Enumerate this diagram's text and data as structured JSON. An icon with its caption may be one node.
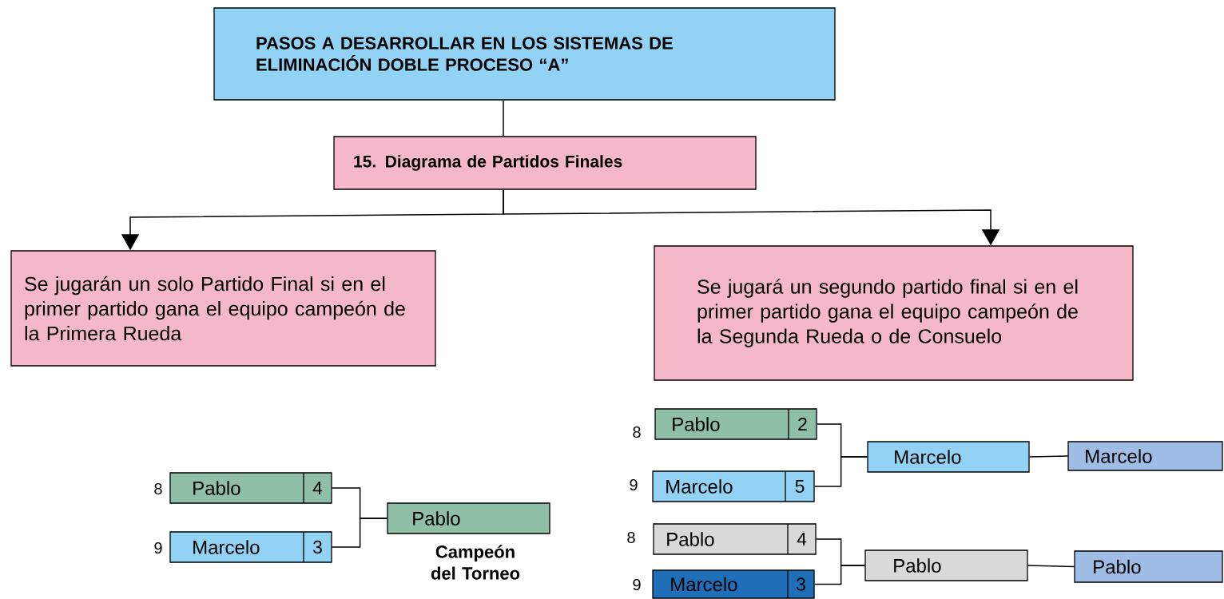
{
  "diagram": {
    "nodes": [
      {
        "text": [
          "PASOS A DESARROLLAR  EN LOS SISTEMAS DE ELIMINACIÓN DOBLE PROCESO “A”"
        ]
      },
      {
        "text": [
          "15. Diagrama de Partidos Finales"
        ]
      },
      {
        "text": [
          "Se jugarán un solo Partido Final  si en el primer partido gana el equipo campeón de la Primera Rueda"
        ]
      },
      {
        "text": [
          "Se jugará un segundo partido final si en el primer partido gana el equipo campeón de la Segunda Rueda o de Consuelo"
        ]
      },
      {
        "text": [
          "Pablo",
          "4"
        ],
        "beside": [
          "8"
        ]
      },
      {
        "text": [
          "Marcelo",
          "3"
        ],
        "beside": [
          "9"
        ]
      },
      {
        "text": [
          "Pablo"
        ],
        "beside": [
          "Campeón del Torneo"
        ]
      },
      {
        "text": [
          "Pablo",
          "2"
        ],
        "beside": [
          "8"
        ]
      },
      {
        "text": [
          "Marcelo",
          "5"
        ],
        "beside": [
          "9"
        ]
      },
      {
        "text": [
          "Marcelo"
        ]
      },
      {
        "text": [
          "Marcelo"
        ]
      },
      {
        "text": [
          "Pablo",
          "4"
        ],
        "beside": [
          "8"
        ]
      },
      {
        "text": [
          "Marcelo",
          "3"
        ],
        "beside": [
          "9"
        ]
      },
      {
        "text": [
          "Pablo"
        ]
      },
      {
        "text": [
          "Pablo"
        ]
      }
    ],
    "edges": [
      {
        "from": 0,
        "to": 1,
        "arrow": "none"
      },
      {
        "from": 1,
        "to": 2,
        "arrow": "to"
      },
      {
        "from": 1,
        "to": 3,
        "arrow": "to"
      },
      {
        "from": 4,
        "to": 6,
        "arrow": "none"
      },
      {
        "from": 5,
        "to": 6,
        "arrow": "none"
      },
      {
        "from": 7,
        "to": 9,
        "arrow": "none"
      },
      {
        "from": 8,
        "to": 9,
        "arrow": "none"
      },
      {
        "from": 9,
        "to": 10,
        "arrow": "none"
      },
      {
        "from": 11,
        "to": 13,
        "arrow": "none"
      },
      {
        "from": 12,
        "to": 13,
        "arrow": "none"
      },
      {
        "from": 13,
        "to": 14,
        "arrow": "none"
      }
    ]
  }
}
